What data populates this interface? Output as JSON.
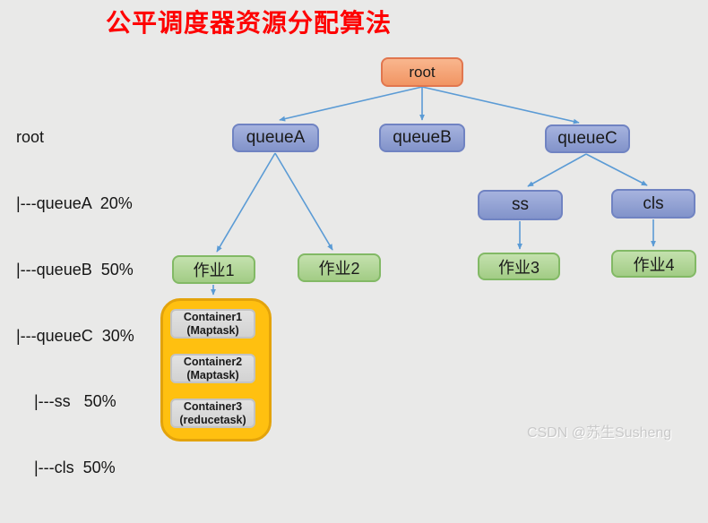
{
  "title": "公平调度器资源分配算法",
  "config_listing": {
    "lines": [
      "root",
      "|---queueA  20%",
      "|---queueB  50%",
      "|---queueC  30%",
      "    |---ss   50%",
      "    |---cls  50%"
    ]
  },
  "tree": {
    "root": {
      "label": "root"
    },
    "queueA": {
      "label": "queueA"
    },
    "queueB": {
      "label": "queueB"
    },
    "queueC": {
      "label": "queueC"
    },
    "ss": {
      "label": "ss"
    },
    "cls": {
      "label": "cls"
    },
    "job1": {
      "label": "作业1"
    },
    "job2": {
      "label": "作业2"
    },
    "job3": {
      "label": "作业3"
    },
    "job4": {
      "label": "作业4"
    }
  },
  "container_group": {
    "items": [
      {
        "name": "Container1",
        "task": "(Maptask)"
      },
      {
        "name": "Container2",
        "task": "(Maptask)"
      },
      {
        "name": "Container3",
        "task": "(reducetask)"
      }
    ]
  },
  "watermark": "CSDN @苏生Susheng",
  "colors": {
    "background": "#e9e9e8",
    "title_red": "#fe0000",
    "root_fill": "#f5a174",
    "queue_fill": "#8e9dd3",
    "job_fill": "#a9d18e",
    "container_group_fill": "#ffc010",
    "task_fill": "#d9d9d9",
    "arrow": "#5b9bd5"
  }
}
